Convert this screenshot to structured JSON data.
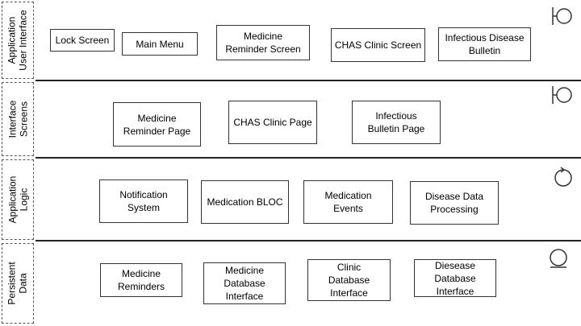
{
  "lanes": [
    {
      "label": "Application\nUser Interface",
      "stereotype": "boundary-icon",
      "boxes": [
        "Lock Screen",
        "Main Menu",
        "Medicine\nReminder Screen",
        "CHAS Clinic Screen",
        "Infectious Disease\nBulletin"
      ]
    },
    {
      "label": "Interface\nScreens",
      "stereotype": "boundary-icon",
      "boxes": [
        "Medicine\nReminder Page",
        "CHAS Clinic Page",
        "Infectious\nBulletin Page"
      ]
    },
    {
      "label": "Application\nLogic",
      "stereotype": "control-icon",
      "boxes": [
        "Notification\nSystem",
        "Medication BLOC",
        "Medication\nEvents",
        "Disease Data\nProcessing"
      ]
    },
    {
      "label": "Persistent\nData",
      "stereotype": "entity-icon",
      "boxes": [
        "Medicine\nReminders",
        "Medicine\nDatabase\nInterface",
        "Clinic\nDatabase\nInterface",
        "Diesease\nDatabase\nInterface"
      ]
    }
  ]
}
